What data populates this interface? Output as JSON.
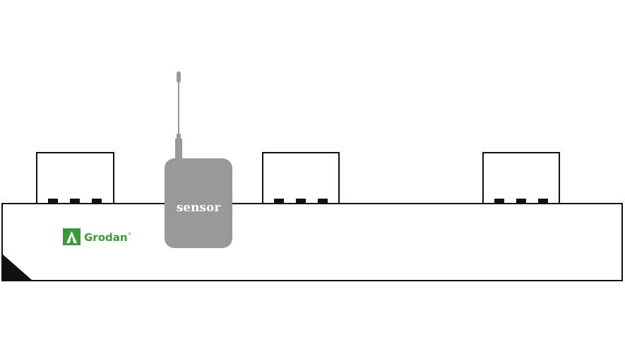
{
  "colors": {
    "outline": "#111111",
    "background": "#ffffff",
    "sensor_body": "#999999",
    "sensor_text": "#ffffff",
    "brand_green": "#3a9a35"
  },
  "slab": {
    "brand": {
      "name": "Grodan",
      "registered_mark": "®",
      "icon": "grodan-logo-icon"
    }
  },
  "sensor": {
    "label": "sensor",
    "icon": "antenna-icon"
  },
  "blocks": [
    {
      "name": "block-1",
      "drippers": 3
    },
    {
      "name": "block-2",
      "drippers": 3
    },
    {
      "name": "block-3",
      "drippers": 3
    }
  ]
}
